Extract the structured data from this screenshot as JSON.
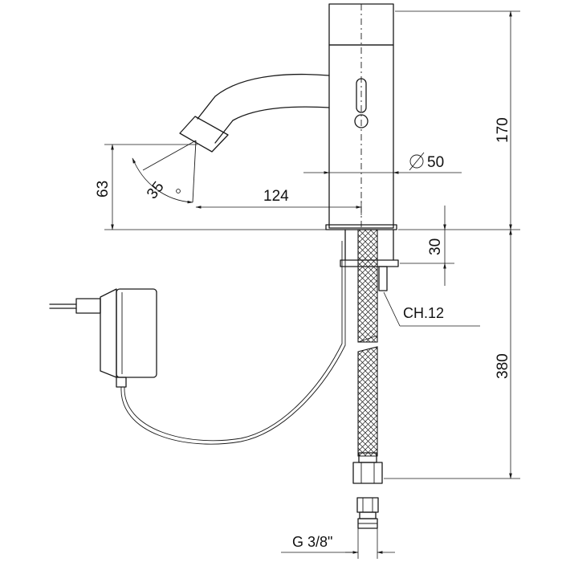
{
  "dimensions": {
    "total_height": "170",
    "diameter": "50",
    "reach": "124",
    "spout_height": "63",
    "angle": "35",
    "deck_thickness": "30",
    "hose_length": "380"
  },
  "callouts": {
    "wrench_size": "CH.12",
    "thread": "G 3/8\""
  },
  "symbols": {
    "diameter": "diameter-symbol",
    "degree": "degree-symbol"
  },
  "colors": {
    "line": "#1a1a1a",
    "background": "#ffffff"
  }
}
